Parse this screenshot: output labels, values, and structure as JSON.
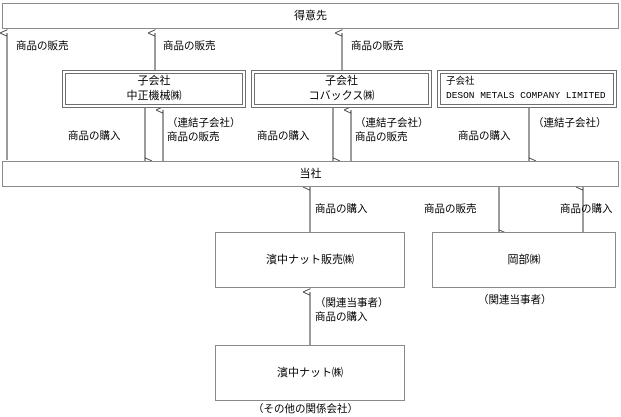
{
  "diagram": {
    "title_top": "得意先",
    "company": "当社",
    "boxes": {
      "customer": "得意先",
      "subsidiary1": "子会社\n中正機械㈱",
      "subsidiary2": "子会社\nコバックス㈱",
      "subsidiary3": "子会社\nDESON METALS COMPANY LIMITED",
      "own_company": "当社",
      "hamanaka_sales": "濱中ナット販売㈱",
      "okabe": "岡部㈱",
      "hamanaka_nut": "濱中ナット㈱"
    },
    "labels": {
      "sell_goods": "商品の販売",
      "buy_goods": "商品の購入",
      "consolidated_sub": "（連結子会社）",
      "related_party": "（関連当事者）",
      "other_affiliate": "（その他の関係会社）",
      "related_party_buy": "（関連当事者）\n商品の購入",
      "consolidated_sub_sell": "（連結子会社）\n商品の販売"
    },
    "edges": [
      {
        "from": "own_company",
        "to": "customer",
        "label": "商品の販売"
      },
      {
        "from": "subsidiary1",
        "to": "customer",
        "label": "商品の販売"
      },
      {
        "from": "subsidiary2",
        "to": "customer",
        "label": "商品の販売"
      },
      {
        "from": "own_company",
        "to": "subsidiary1",
        "label": "商品の購入"
      },
      {
        "from": "subsidiary1",
        "to": "own_company",
        "label": "（連結子会社）商品の販売"
      },
      {
        "from": "own_company",
        "to": "subsidiary2",
        "label": "商品の購入"
      },
      {
        "from": "subsidiary2",
        "to": "own_company",
        "label": "（連結子会社）商品の販売"
      },
      {
        "from": "subsidiary3",
        "to": "own_company",
        "label": "商品の購入（連結子会社）"
      },
      {
        "from": "hamanaka_sales",
        "to": "own_company",
        "label": "商品の購入"
      },
      {
        "from": "own_company",
        "to": "okabe",
        "label": "商品の販売"
      },
      {
        "from": "okabe",
        "to": "own_company",
        "label": "商品の購入"
      },
      {
        "from": "hamanaka_nut",
        "to": "hamanaka_sales",
        "label": "（関連当事者）商品の購入"
      }
    ],
    "colors": {
      "box_border": "#8a8a8a",
      "line": "#3a3a3a",
      "text": "#000000",
      "background": "#ffffff"
    }
  }
}
